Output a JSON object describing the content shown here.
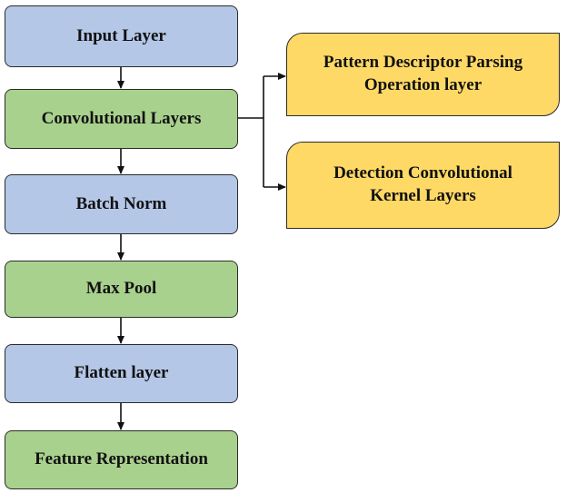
{
  "main_flow": [
    {
      "id": "input",
      "label": "Input Layer",
      "color": "#b4c7e7"
    },
    {
      "id": "conv",
      "label": "Convolutional Layers",
      "color": "#a9d18e"
    },
    {
      "id": "batchnorm",
      "label": "Batch Norm",
      "color": "#b4c7e7"
    },
    {
      "id": "maxpool",
      "label": "Max Pool",
      "color": "#a9d18e"
    },
    {
      "id": "flatten",
      "label": "Flatten layer",
      "color": "#b4c7e7"
    },
    {
      "id": "feature",
      "label": "Feature Representation",
      "color": "#a9d18e"
    }
  ],
  "branches": [
    {
      "id": "pattern",
      "line1": "Pattern Descriptor Parsing",
      "line2": "Operation layer",
      "color": "#ffd966"
    },
    {
      "id": "detection",
      "line1": "Detection Convolutional",
      "line2": "Kernel Layers",
      "color": "#ffd966"
    }
  ],
  "edges": [
    {
      "from": "input",
      "to": "conv"
    },
    {
      "from": "conv",
      "to": "batchnorm"
    },
    {
      "from": "batchnorm",
      "to": "maxpool"
    },
    {
      "from": "maxpool",
      "to": "flatten"
    },
    {
      "from": "flatten",
      "to": "feature"
    },
    {
      "from": "conv",
      "to": "pattern"
    },
    {
      "from": "conv",
      "to": "detection"
    }
  ]
}
